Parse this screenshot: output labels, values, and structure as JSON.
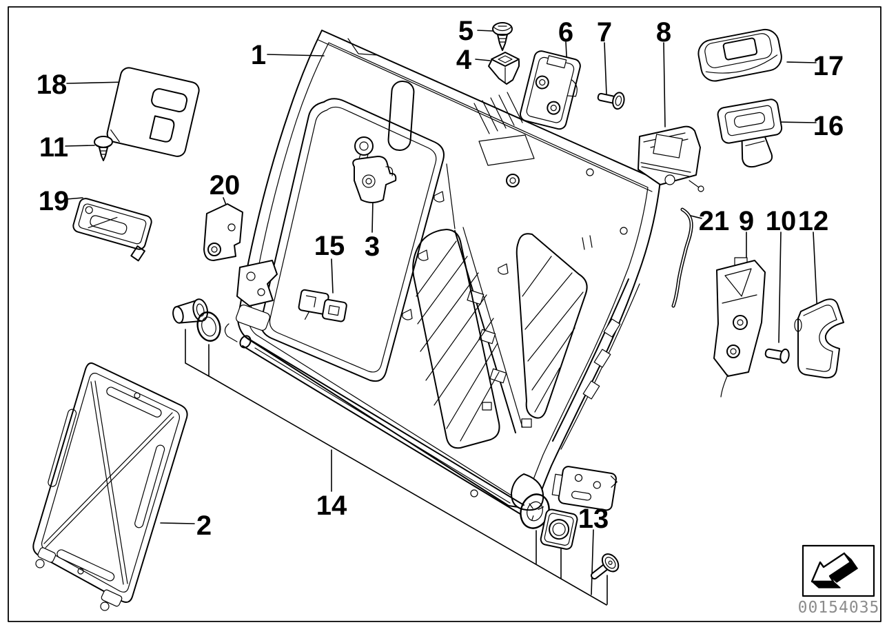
{
  "diagram": {
    "type": "exploded-parts-diagram",
    "subject": "seat rear seat-frame",
    "part_labels": [
      "1",
      "2",
      "3",
      "4",
      "5",
      "6",
      "7",
      "8",
      "9",
      "10",
      "11",
      "12",
      "13",
      "14",
      "15",
      "16",
      "17",
      "18",
      "19",
      "20",
      "21"
    ],
    "footer": {
      "image_id": "00154035",
      "arrow_icon": "direction-arrow-icon"
    },
    "colors": {
      "background": "#ffffff",
      "line": "#000000",
      "footer_id_text": "#8c8c8c"
    }
  }
}
